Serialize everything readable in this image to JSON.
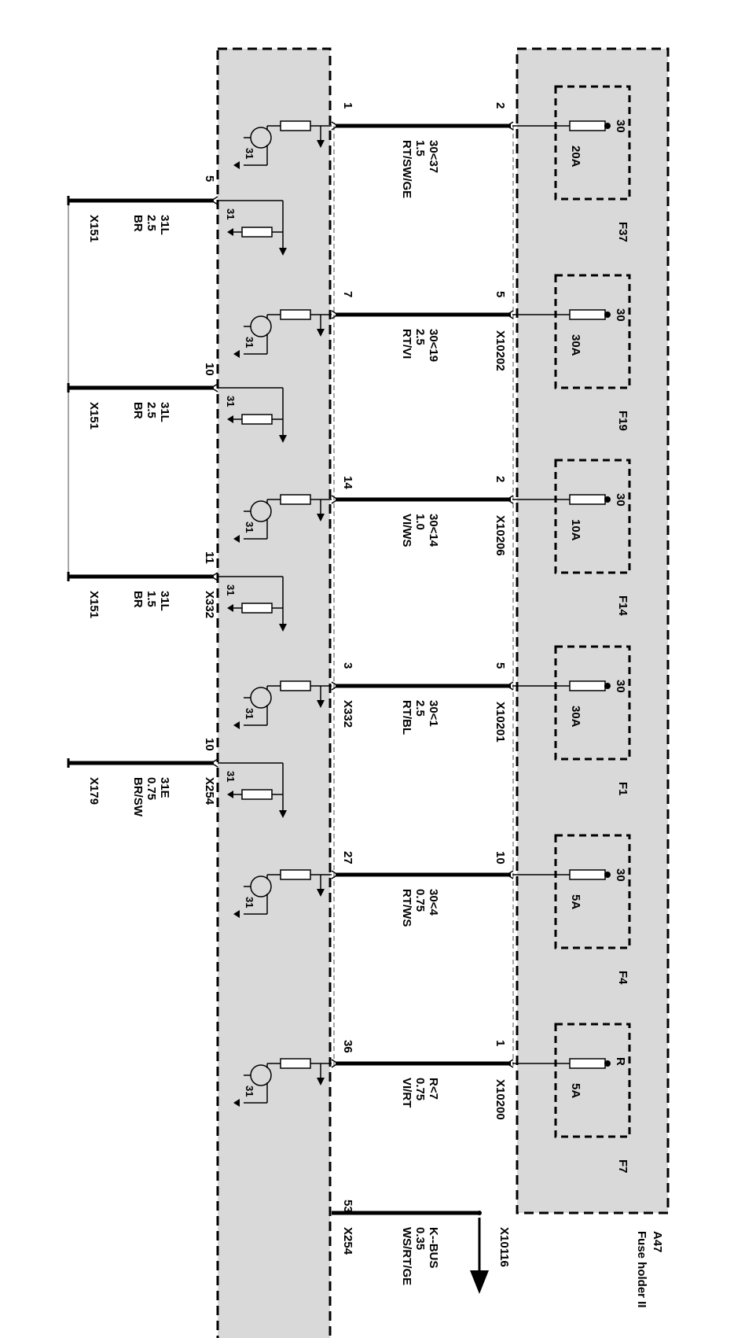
{
  "fuse_holder": {
    "id": "A47",
    "name": "Fuse holder II",
    "fuses": [
      {
        "name": "F37",
        "rating": "20A",
        "terminal": "30",
        "pin": "2",
        "connector": ""
      },
      {
        "name": "F19",
        "rating": "30A",
        "terminal": "30",
        "pin": "5",
        "connector": "X10202"
      },
      {
        "name": "F14",
        "rating": "10A",
        "terminal": "30",
        "pin": "2",
        "connector": "X10206"
      },
      {
        "name": "F1",
        "rating": "30A",
        "terminal": "30",
        "pin": "5",
        "connector": "X10201"
      },
      {
        "name": "F4",
        "rating": "5A",
        "terminal": "30",
        "pin": "10",
        "connector": ""
      },
      {
        "name": "F7",
        "rating": "5A",
        "terminal": "R",
        "pin": "1",
        "connector": "X10200"
      }
    ]
  },
  "supply_wires": [
    {
      "pin": "1",
      "circuit": "30<37",
      "gauge": "1.5",
      "color": "RT/SW/GE",
      "connector": ""
    },
    {
      "pin": "7",
      "circuit": "30<19",
      "gauge": "2.5",
      "color": "RT/VI",
      "connector": ""
    },
    {
      "pin": "14",
      "circuit": "30<14",
      "gauge": "1.0",
      "color": "VI/WS",
      "connector": ""
    },
    {
      "pin": "3",
      "circuit": "30<1",
      "gauge": "2.5",
      "color": "RT/BL",
      "connector": "X332"
    },
    {
      "pin": "27",
      "circuit": "30<4",
      "gauge": "0.75",
      "color": "RT/WS",
      "connector": ""
    },
    {
      "pin": "36",
      "circuit": "R<7",
      "gauge": "0.75",
      "color": "VI/RT",
      "connector": ""
    }
  ],
  "ground_wires": [
    {
      "pin": "5",
      "circuit": "31L",
      "gauge": "2.5",
      "color": "BR",
      "ground_point": "X151",
      "connector": ""
    },
    {
      "pin": "10",
      "circuit": "31L",
      "gauge": "2.5",
      "color": "BR",
      "ground_point": "X151",
      "connector": ""
    },
    {
      "pin": "11",
      "circuit": "31L",
      "gauge": "1.5",
      "color": "BR",
      "ground_point": "X151",
      "connector": "X332"
    },
    {
      "pin": "10",
      "circuit": "31E",
      "gauge": "0.75",
      "color": "BR/SW",
      "ground_point": "X179",
      "connector": "X254"
    }
  ],
  "kbus": {
    "pin": "53",
    "circuit": "K--BUS",
    "gauge": "0.35",
    "color": "WS/RT/GE",
    "connector": "X254",
    "far_connector": "X10116"
  },
  "transistor_ground_label": "31",
  "colors": {
    "box_fill": "#d9d9d9",
    "line": "#000000",
    "thin_line": "#888888"
  }
}
